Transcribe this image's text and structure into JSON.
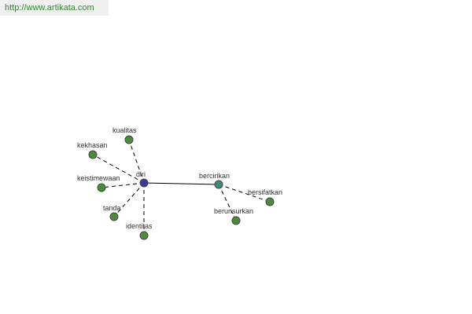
{
  "url": "http://www.artikata.com",
  "colors": {
    "center": "#3a3a9a",
    "hub": "#3f8a78",
    "leaf": "#4c8a3c"
  },
  "nodes": [
    {
      "id": "diri",
      "label": "diri",
      "kind": "center"
    },
    {
      "id": "kualitas",
      "label": "kualitas",
      "kind": "leaf"
    },
    {
      "id": "kekhasan",
      "label": "kekhasan",
      "kind": "leaf"
    },
    {
      "id": "keistimewaan",
      "label": "keistimewaan",
      "kind": "leaf"
    },
    {
      "id": "tanda",
      "label": "tanda",
      "kind": "leaf"
    },
    {
      "id": "identitas",
      "label": "identitas",
      "kind": "leaf"
    },
    {
      "id": "bercirikan",
      "label": "bercirikan",
      "kind": "hub"
    },
    {
      "id": "bersifatkan",
      "label": "bersifatkan",
      "kind": "leaf"
    },
    {
      "id": "berunsurkan",
      "label": "berunsurkan",
      "kind": "leaf"
    }
  ],
  "edges": [
    {
      "from": "diri",
      "to": "kualitas",
      "style": "dashed"
    },
    {
      "from": "diri",
      "to": "kekhasan",
      "style": "dashed"
    },
    {
      "from": "diri",
      "to": "keistimewaan",
      "style": "dashed"
    },
    {
      "from": "diri",
      "to": "tanda",
      "style": "dashed"
    },
    {
      "from": "diri",
      "to": "identitas",
      "style": "dashed"
    },
    {
      "from": "diri",
      "to": "bercirikan",
      "style": "solid"
    },
    {
      "from": "bercirikan",
      "to": "bersifatkan",
      "style": "dashed"
    },
    {
      "from": "bercirikan",
      "to": "berunsurkan",
      "style": "dashed"
    }
  ]
}
